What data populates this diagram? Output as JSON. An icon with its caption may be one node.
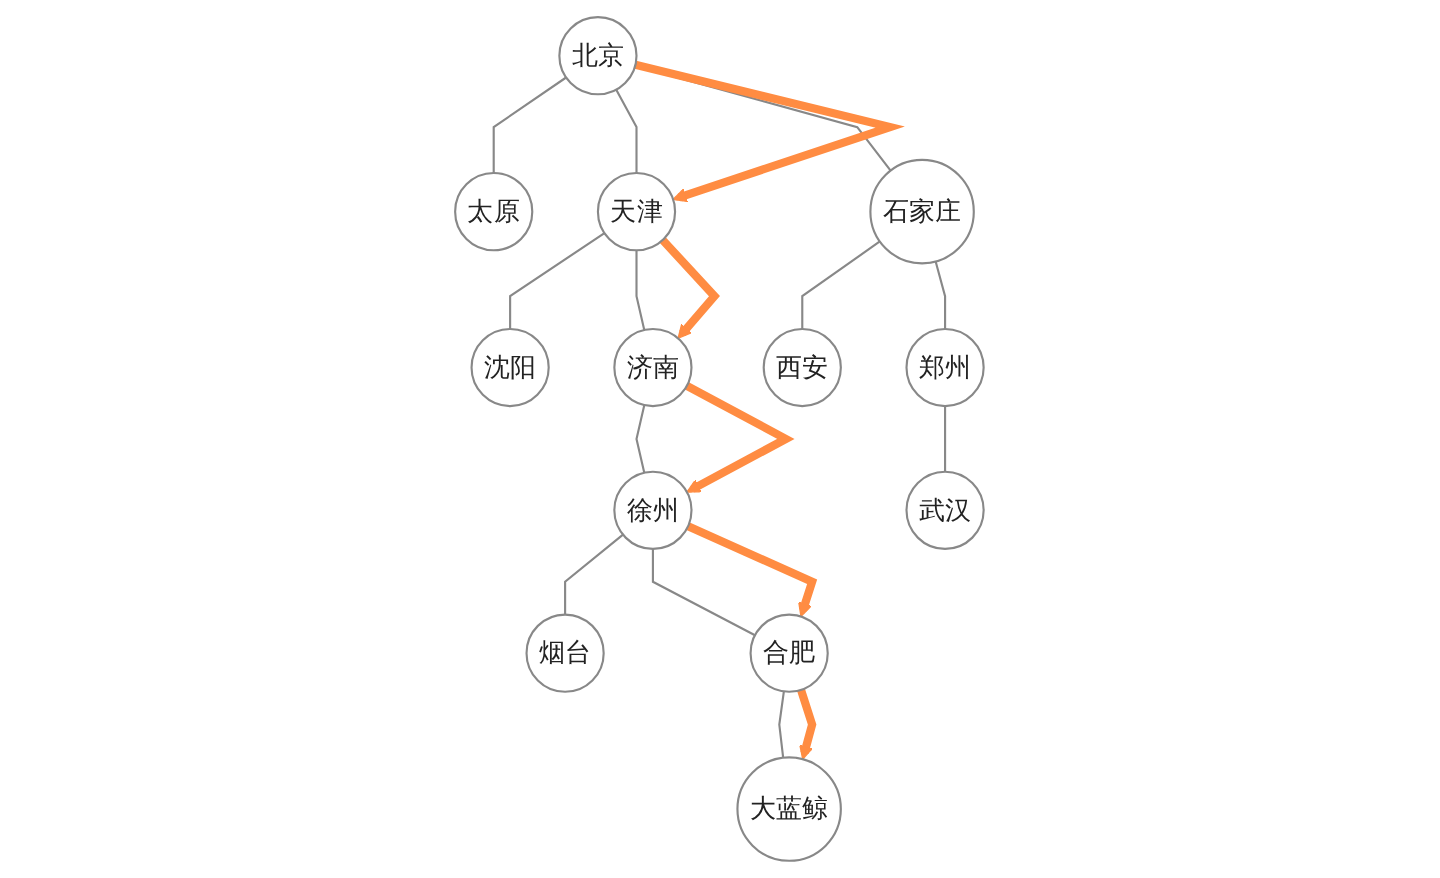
{
  "diagram": {
    "nodes": [
      {
        "text": [
          "北京"
        ]
      },
      {
        "text": [
          "沈阳"
        ]
      },
      {
        "text": [
          "太原"
        ]
      },
      {
        "text": [
          "天津"
        ]
      },
      {
        "text": [
          "西安"
        ]
      },
      {
        "text": [
          "石家庄"
        ]
      },
      {
        "text": [
          "济南"
        ]
      },
      {
        "text": [
          "烟台"
        ]
      },
      {
        "text": [
          "徐州"
        ]
      },
      {
        "text": [
          "郑州"
        ]
      },
      {
        "text": [
          "合肥"
        ]
      },
      {
        "text": [
          "武汉"
        ]
      },
      {
        "text": [
          "大蓝鲸"
        ]
      }
    ],
    "edges": [
      {
        "from": 0,
        "to": 2,
        "arrow": "none"
      },
      {
        "from": 0,
        "to": 3,
        "arrow": "none"
      },
      {
        "from": 0,
        "to": 5,
        "arrow": "none"
      },
      {
        "from": 3,
        "to": 1,
        "arrow": "none"
      },
      {
        "from": 3,
        "to": 6,
        "arrow": "none"
      },
      {
        "from": 5,
        "to": 4,
        "arrow": "none"
      },
      {
        "from": 5,
        "to": 9,
        "arrow": "none"
      },
      {
        "from": 9,
        "to": 11,
        "arrow": "none"
      },
      {
        "from": 6,
        "to": 8,
        "arrow": "none"
      },
      {
        "from": 8,
        "to": 7,
        "arrow": "none"
      },
      {
        "from": 8,
        "to": 10,
        "arrow": "none"
      },
      {
        "from": 10,
        "to": 12,
        "arrow": "none"
      },
      {
        "from": 0,
        "to": 3,
        "arrow": "to",
        "style": "thick",
        "color": "#ff8c42"
      },
      {
        "from": 3,
        "to": 6,
        "arrow": "to",
        "style": "thick",
        "color": "#ff8c42"
      },
      {
        "from": 6,
        "to": 8,
        "arrow": "to",
        "style": "thick",
        "color": "#ff8c42"
      },
      {
        "from": 8,
        "to": 10,
        "arrow": "to",
        "style": "thick",
        "color": "#ff8c42"
      },
      {
        "from": 10,
        "to": 12,
        "arrow": "to",
        "style": "thick",
        "color": "#ff8c42"
      }
    ]
  }
}
